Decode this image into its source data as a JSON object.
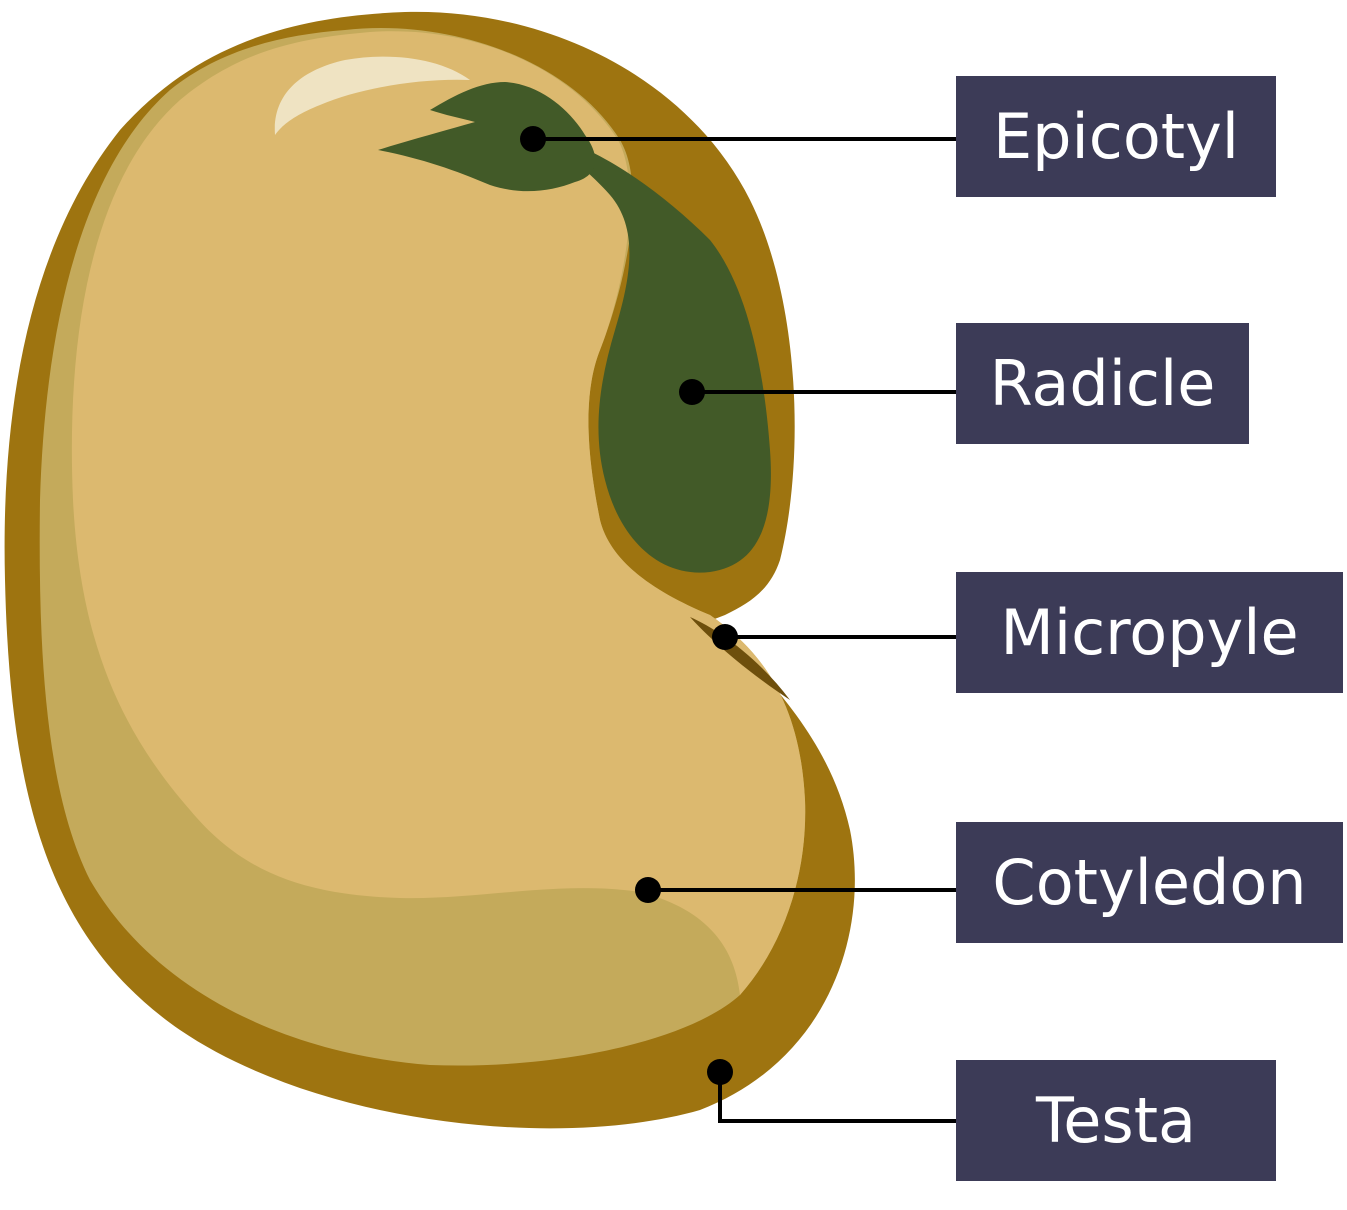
{
  "labels": {
    "epicotyl": "Epicotyl",
    "radicle": "Radicle",
    "micropyle": "Micropyle",
    "cotyledon": "Cotyledon",
    "testa": "Testa"
  },
  "colors": {
    "testa": "#9e7410",
    "cotyledon": "#dcb96f",
    "cotyledon_shade": "#c4aa5b",
    "highlight": "#efe3c2",
    "embryo": "#425a28",
    "label_box": "#3c3b57",
    "leader_line": "#000000"
  }
}
